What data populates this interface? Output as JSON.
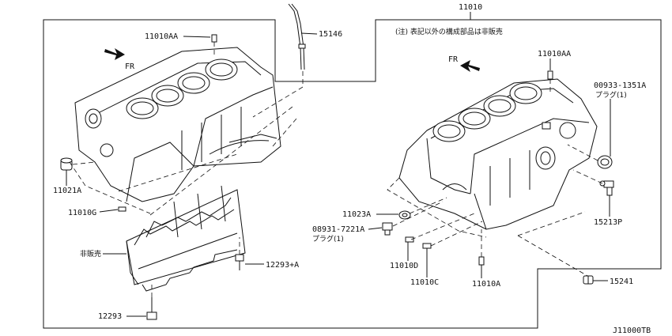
{
  "diagram": {
    "group_part_number": "11010",
    "note": "(注) 表記以外の構成部品は非販売",
    "direction_label": "FR",
    "not_sold_label": "非販売",
    "plug_label": "プラグ(1)",
    "reference_code": "J11000TB",
    "callouts": {
      "left_plug_pin": "11010AA",
      "dipstick_tube": "15146",
      "left_plug": "11021A",
      "left_pin": "11010G",
      "bolt_plus_a": "12293+A",
      "bolt": "12293",
      "right_plug_pin": "11010AA",
      "right_plug": "00933-1351A",
      "washer": "11023A",
      "drain_plug": "08931-7221A",
      "dowel_d": "11010D",
      "dowel_c": "11010C",
      "dowel_a": "11010A",
      "sensor": "15213P",
      "clip": "15241"
    }
  }
}
